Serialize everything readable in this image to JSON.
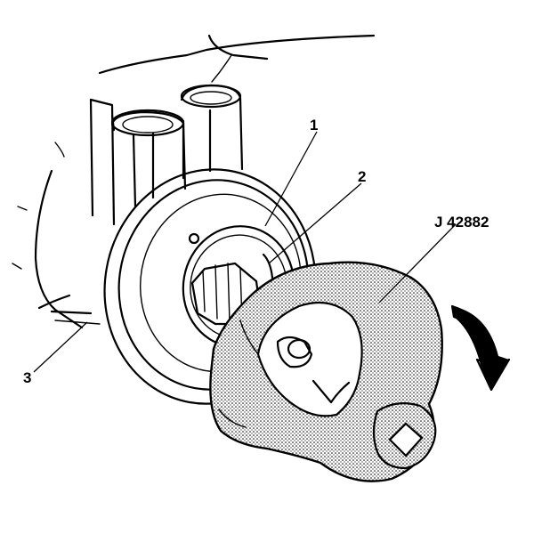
{
  "labels": {
    "callout_1": "1",
    "callout_2": "2",
    "callout_3": "3",
    "tool": "J 42882"
  },
  "colors": {
    "ink": "#000000",
    "paper": "#ffffff",
    "stipple": "#000000"
  },
  "icons": {
    "rotation": "curved-arrow-clockwise-icon"
  }
}
